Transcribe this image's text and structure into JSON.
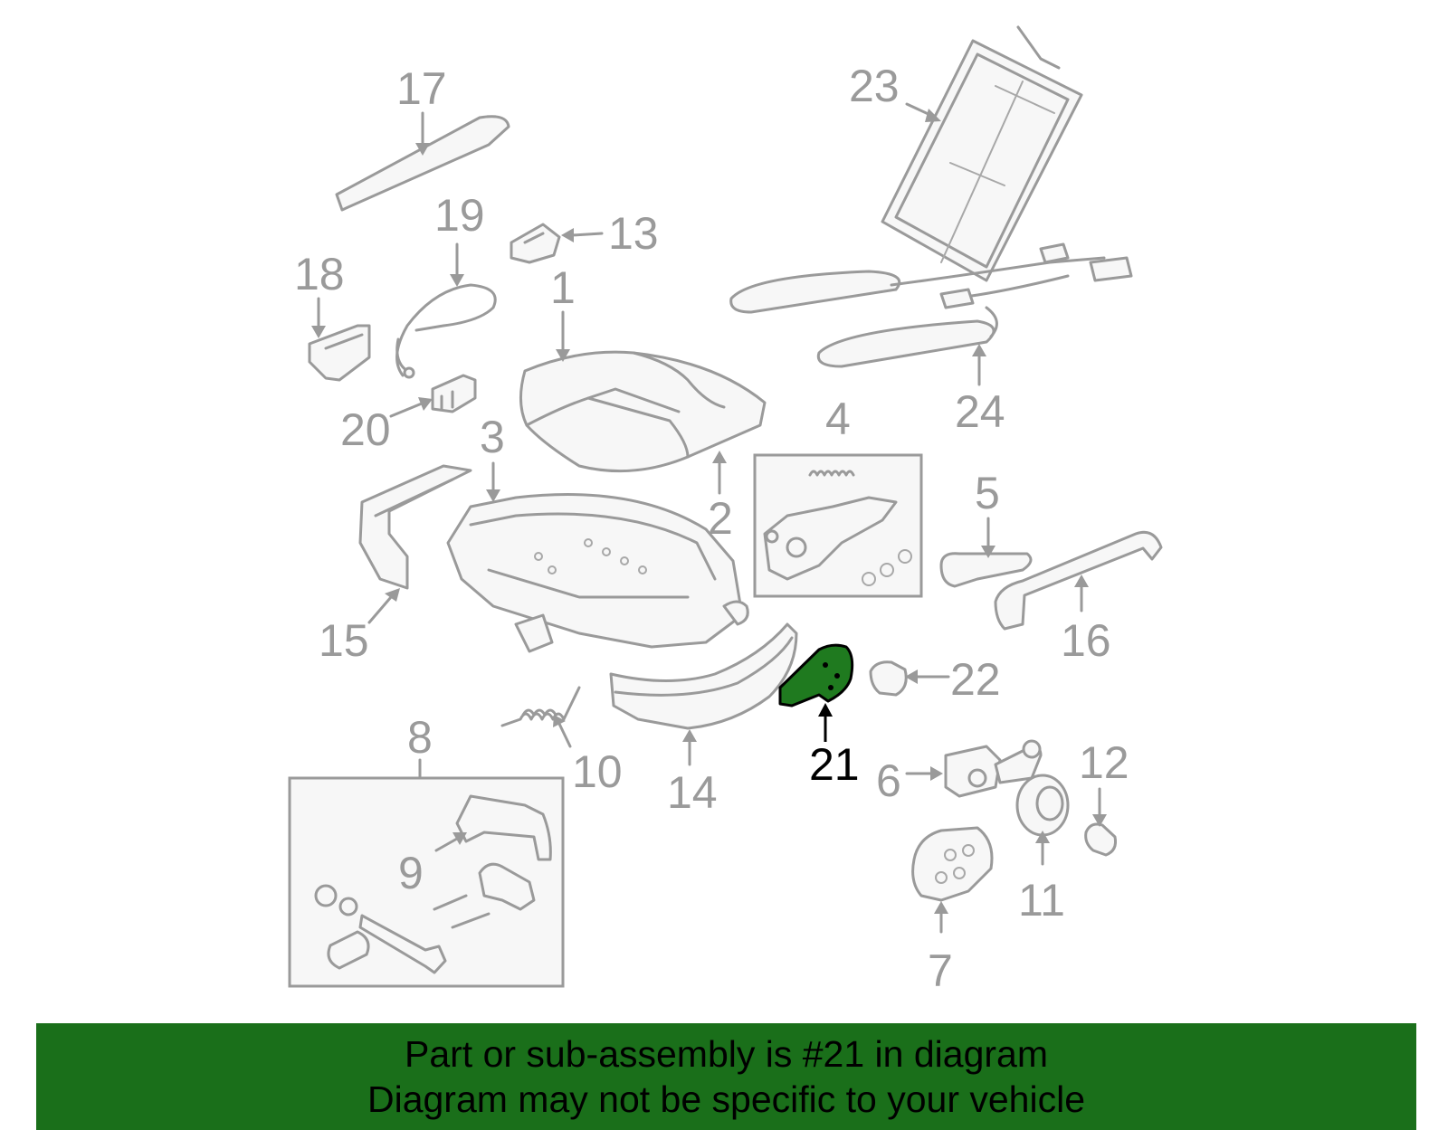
{
  "diagram": {
    "labels": {
      "l1": "1",
      "l2": "2",
      "l3": "3",
      "l4": "4",
      "l5": "5",
      "l6": "6",
      "l7": "7",
      "l8": "8",
      "l9": "9",
      "l10": "10",
      "l11": "11",
      "l12": "12",
      "l13": "13",
      "l14": "14",
      "l15": "15",
      "l16": "16",
      "l17": "17",
      "l18": "18",
      "l19": "19",
      "l20": "20",
      "l21": "21",
      "l22": "22",
      "l23": "23",
      "l24": "24"
    },
    "highlighted_part": "21",
    "highlight_color": "#1f7a1f",
    "line_color": "#9a9a9a"
  },
  "banner": {
    "line1": "Part or sub-assembly is #21 in diagram",
    "line2": "Diagram may not be specific to your vehicle",
    "background": "#1a6f1a"
  }
}
